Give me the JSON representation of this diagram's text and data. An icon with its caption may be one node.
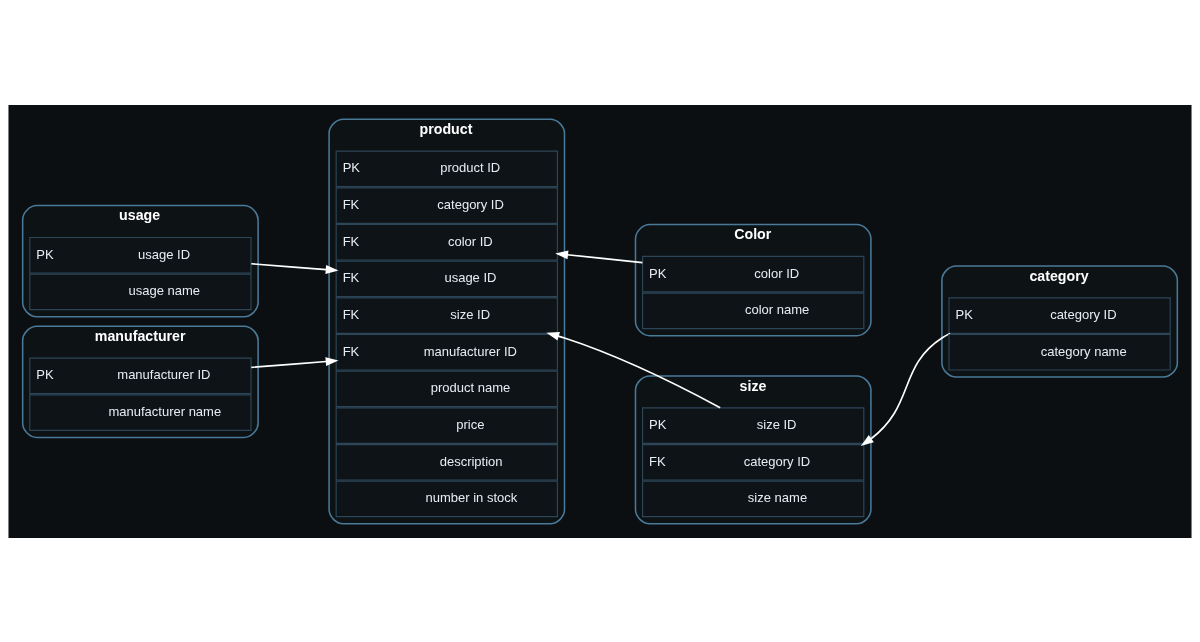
{
  "diagram": {
    "nodes": [
      {
        "text": [
          "product"
        ]
      },
      {
        "text": [
          "PK",
          "product ID"
        ],
        "in": 0
      },
      {
        "text": [
          "FK",
          "category ID"
        ],
        "in": 0
      },
      {
        "text": [
          "FK",
          "color ID"
        ],
        "in": 0
      },
      {
        "text": [
          "FK",
          "usage ID"
        ],
        "in": 0
      },
      {
        "text": [
          "FK",
          "size ID"
        ],
        "in": 0
      },
      {
        "text": [
          "FK",
          "manufacturer ID"
        ],
        "in": 0
      },
      {
        "text": [
          "product name"
        ],
        "in": 0
      },
      {
        "text": [
          "price"
        ],
        "in": 0
      },
      {
        "text": [
          "description"
        ],
        "in": 0
      },
      {
        "text": [
          "number in stock"
        ],
        "in": 0
      },
      {
        "text": [
          "usage"
        ]
      },
      {
        "text": [
          "PK",
          "usage ID"
        ],
        "in": 11
      },
      {
        "text": [
          "usage name"
        ],
        "in": 11
      },
      {
        "text": [
          "manufacturer"
        ]
      },
      {
        "text": [
          "PK",
          "manufacturer ID"
        ],
        "in": 14
      },
      {
        "text": [
          "manufacturer name"
        ],
        "in": 14
      },
      {
        "text": [
          "Color"
        ]
      },
      {
        "text": [
          "PK",
          "color ID"
        ],
        "in": 17
      },
      {
        "text": [
          "color name"
        ],
        "in": 17
      },
      {
        "text": [
          "size"
        ]
      },
      {
        "text": [
          "PK",
          "size ID"
        ],
        "in": 20
      },
      {
        "text": [
          "FK",
          "category ID"
        ],
        "in": 20
      },
      {
        "text": [
          "size name"
        ],
        "in": 20
      },
      {
        "text": [
          "category"
        ]
      },
      {
        "text": [
          "PK",
          "category ID"
        ],
        "in": 24
      },
      {
        "text": [
          "category name"
        ],
        "in": 24
      }
    ],
    "edges": [
      {
        "from": 12,
        "to": 4,
        "arrow": "to"
      },
      {
        "from": 15,
        "to": 6,
        "arrow": "to"
      },
      {
        "from": 18,
        "to": 3,
        "arrow": "to"
      },
      {
        "from": 21,
        "to": 5,
        "arrow": "to"
      },
      {
        "from": 25,
        "to": 22,
        "arrow": "to"
      }
    ]
  }
}
